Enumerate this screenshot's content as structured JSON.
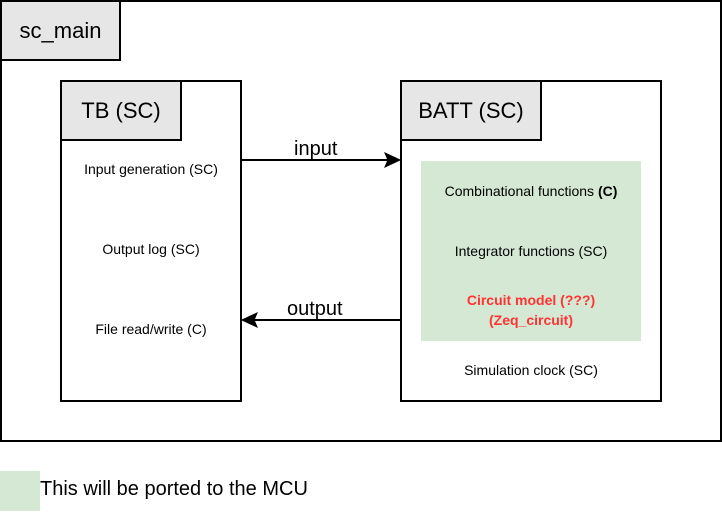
{
  "sc_main": {
    "title": "sc_main"
  },
  "tb": {
    "title": "TB (SC)",
    "items": [
      "Input generation (SC)",
      "Output log (SC)",
      "File read/write (C)"
    ]
  },
  "batt": {
    "title": "BATT (SC)",
    "combinational_prefix": "Combinational functions ",
    "combinational_suffix": "(C)",
    "integrator": "Integrator functions (SC)",
    "circuit_model_line1": "Circuit model (???)",
    "circuit_model_line2": "(Zeq_circuit)",
    "clock": "Simulation clock (SC)"
  },
  "connections": {
    "input": "input",
    "output": "output"
  },
  "legend": {
    "text": "This will be ported to the MCU",
    "color": "#d5e8d4"
  },
  "colors": {
    "highlight_text": "#ff3333",
    "tab_fill": "#e6e6e6",
    "region_fill": "#d5e8d4"
  }
}
